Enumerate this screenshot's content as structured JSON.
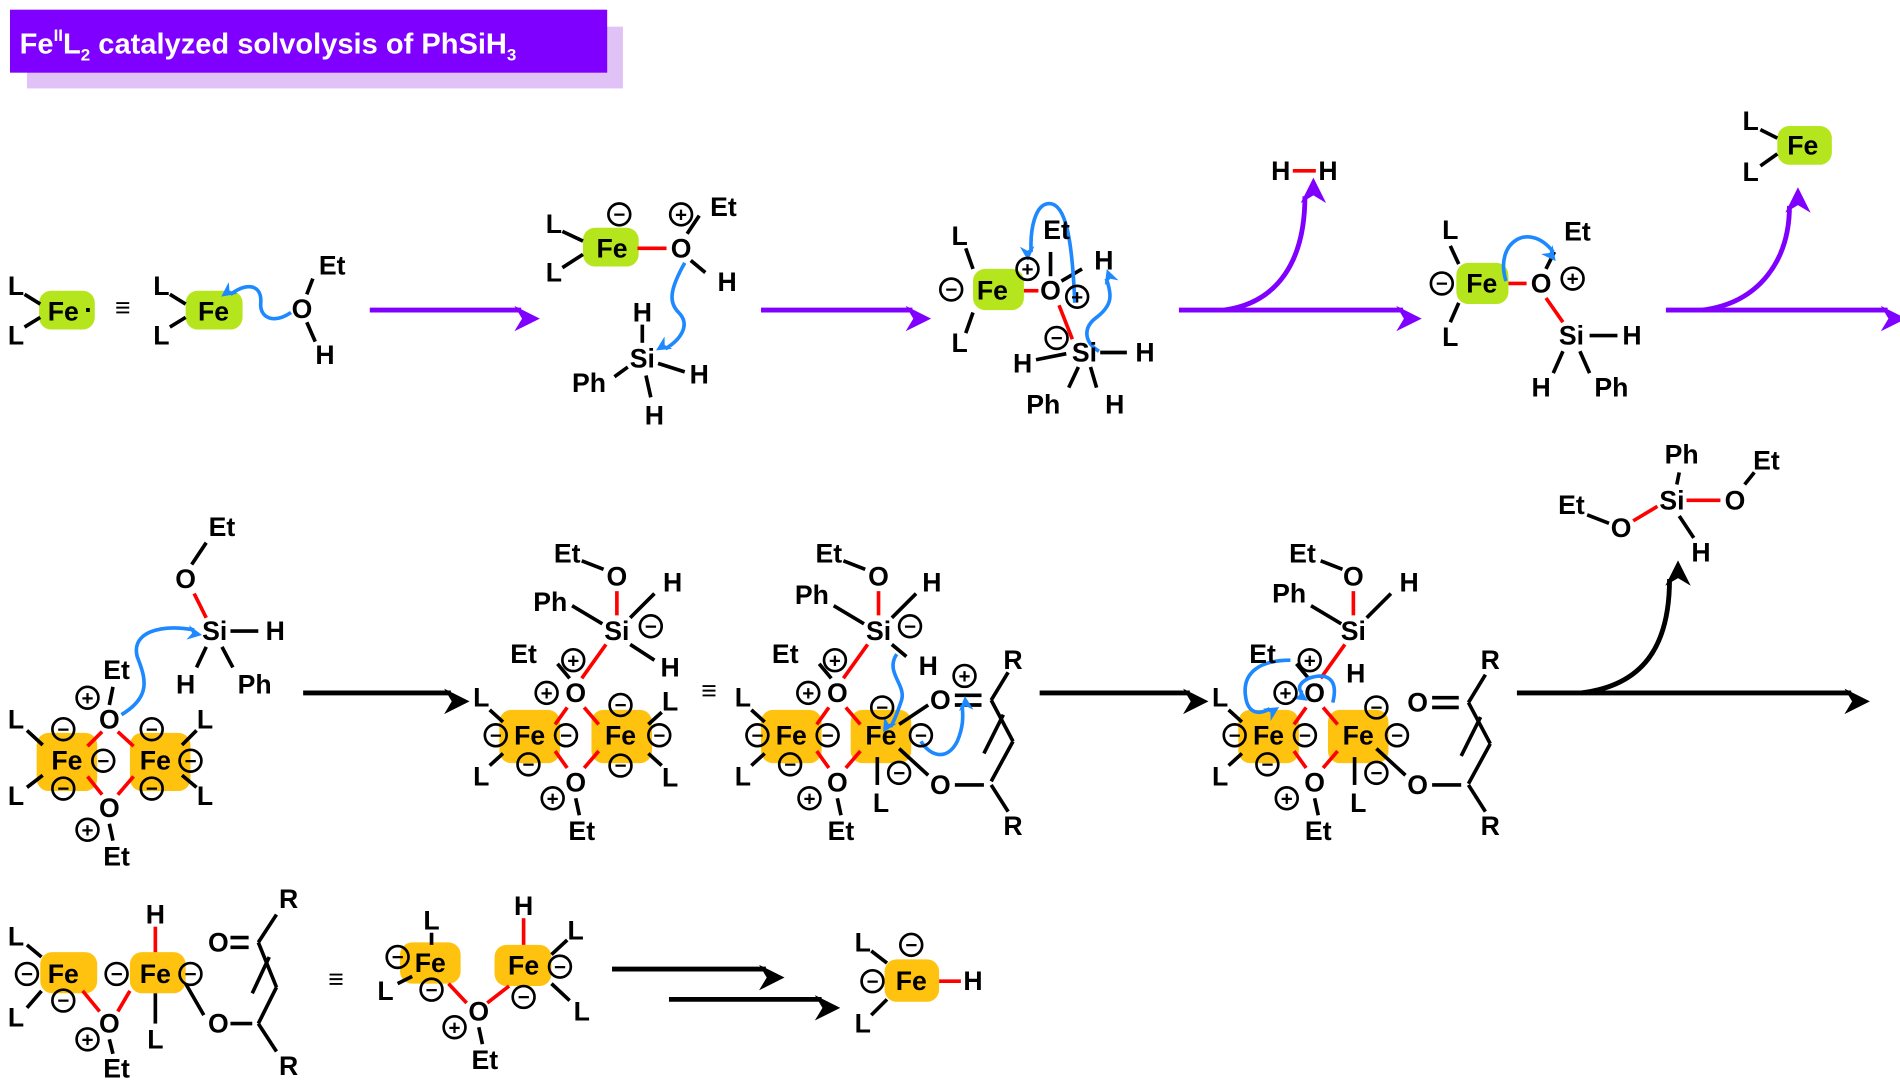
{
  "title": {
    "metal": "Fe",
    "oxidation_state": "II",
    "ligand": "L",
    "ligand_count": "2",
    "text": " catalyzed solvolysis of PhSiH",
    "subscript": "3"
  },
  "atoms": {
    "L": "L",
    "Fe": "Fe",
    "O": "O",
    "Et": "Et",
    "H": "H",
    "Si": "Si",
    "Ph": "Ph",
    "R": "R"
  },
  "symbols": {
    "equivalent": "≡",
    "radical_dot": "·",
    "plus": "+",
    "minus": "−"
  },
  "colors": {
    "title_bg": "#7f00ff",
    "title_shadow": "#e0c2f7",
    "reaction_arrow_purple": "#8000ff",
    "curly_arrow_blue": "#1e88ff",
    "new_bond_red": "#ff0000",
    "fe_monomer_highlight": "#b5e61d",
    "fe_dimer_highlight": "#ffc20e"
  }
}
